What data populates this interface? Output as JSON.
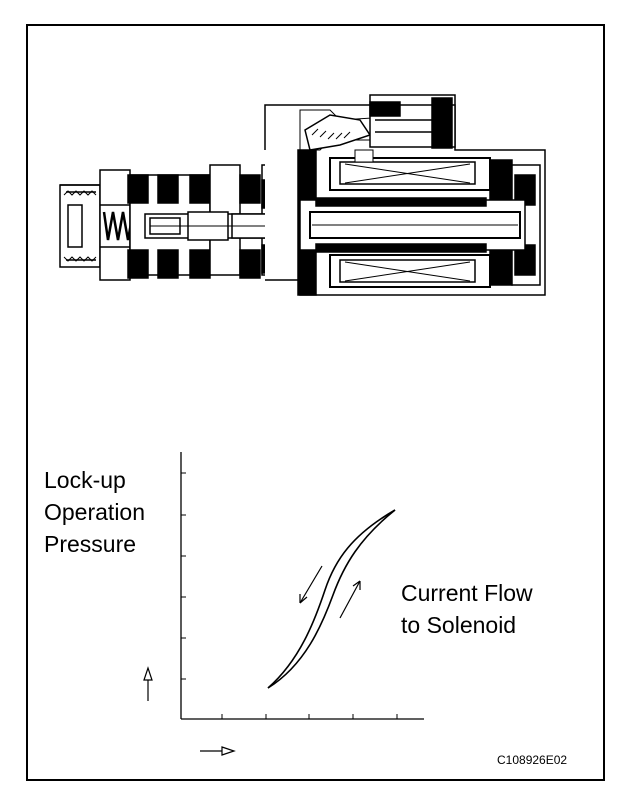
{
  "figure": {
    "id_code": "C108926E02",
    "graph": {
      "y_label_lines": [
        "Lock-up",
        "Operation",
        "Pressure"
      ],
      "curve_label_lines": [
        "Current Flow",
        "to Solenoid"
      ]
    }
  },
  "colors": {
    "ink": "#000000",
    "paper": "#ffffff"
  },
  "icons": [
    "increase-arrow-icon",
    "current-arrow-icon",
    "hysteresis-arrow-icons"
  ]
}
